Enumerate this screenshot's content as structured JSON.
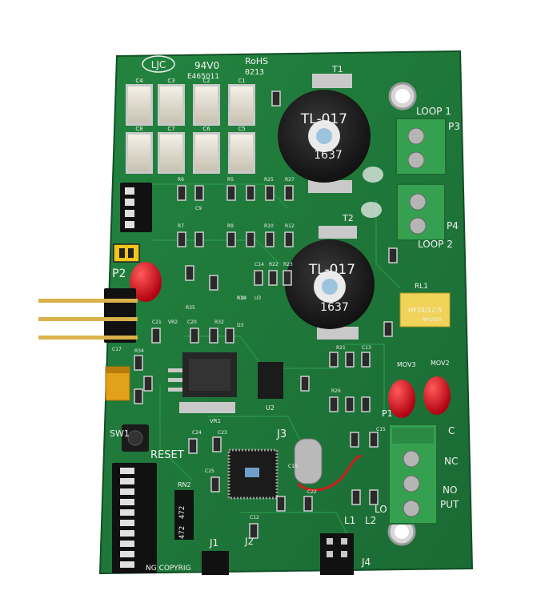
{
  "board": {
    "colors": {
      "pcb": "#1f7a3c",
      "pcb_dark": "#17602f",
      "silkscreen": "#f2f2f2",
      "terminal": "#35a050",
      "solder": "#c9c9c9",
      "pin_gold": "#d9b24a"
    },
    "logo_text": "LJC",
    "ul_mark": "94V0",
    "rohs_text": "RoHS",
    "date_code": "0213",
    "ul_file": "E465011",
    "transformers": [
      {
        "ref": "T1",
        "marking_top": "TL-017",
        "marking_bottom": "1637"
      },
      {
        "ref": "T2",
        "marking_top": "TL-017",
        "marking_bottom": "1637"
      }
    ],
    "terminals": [
      {
        "ref": "P3",
        "label": "LOOP 1"
      },
      {
        "ref": "P4",
        "label": "LOOP 2"
      },
      {
        "ref": "P1",
        "pin_labels": [
          "C",
          "NC",
          "NO"
        ],
        "suffix": "PUT"
      }
    ],
    "relay": {
      "ref": "RL1",
      "marking": "HF34/12-S",
      "marking_small": "NP1025"
    },
    "varistors": [
      "MOV3",
      "MOV2"
    ],
    "headers": [
      "J1",
      "J2",
      "J3",
      "J4"
    ],
    "switch_labels": {
      "sw": "SW1",
      "reset": "RESET"
    },
    "connector_p2": "P2",
    "inductors": [
      "L1",
      "L2"
    ],
    "resistor_network": {
      "ref": "RN2",
      "values": [
        "472",
        "472"
      ]
    },
    "cap_labels": [
      "C4",
      "C3",
      "C2",
      "C1",
      "C8",
      "C7",
      "C6",
      "C5"
    ],
    "misc_labels": [
      "R6",
      "R5",
      "R25",
      "R27",
      "R7",
      "R9",
      "R10",
      "R12",
      "C14",
      "R22",
      "R23",
      "R35",
      "R30",
      "VR2",
      "C21",
      "C20",
      "R32",
      "C17",
      "R34",
      "R21",
      "C13",
      "R26",
      "C15",
      "C24",
      "C23",
      "C25",
      "C16",
      "C22",
      "C12",
      "VR1",
      "R19",
      "U3",
      "U2",
      "D3",
      "C9"
    ],
    "copyright_text": "NG  COPYRIG",
    "lo_text": "LO"
  }
}
